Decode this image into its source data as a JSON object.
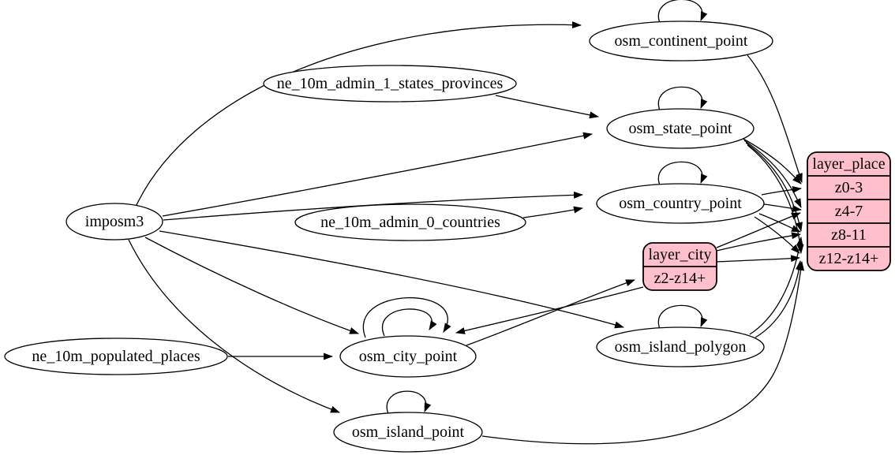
{
  "diagram": {
    "kind": "etl-graph",
    "colors": {
      "background": "#ffffff",
      "table_fill": "#ffffff",
      "layer_fill": "#ffc0cb",
      "stroke": "#000000"
    },
    "tables": [
      {
        "id": "imposm3",
        "label": "imposm3"
      },
      {
        "id": "ne_10m_admin_1_states_provinces",
        "label": "ne_10m_admin_1_states_provinces"
      },
      {
        "id": "ne_10m_admin_0_countries",
        "label": "ne_10m_admin_0_countries"
      },
      {
        "id": "ne_10m_populated_places",
        "label": "ne_10m_populated_places"
      },
      {
        "id": "osm_continent_point",
        "label": "osm_continent_point"
      },
      {
        "id": "osm_state_point",
        "label": "osm_state_point"
      },
      {
        "id": "osm_country_point",
        "label": "osm_country_point"
      },
      {
        "id": "osm_city_point",
        "label": "osm_city_point"
      },
      {
        "id": "osm_island_polygon",
        "label": "osm_island_polygon"
      },
      {
        "id": "osm_island_point",
        "label": "osm_island_point"
      }
    ],
    "layers": [
      {
        "id": "layer_place",
        "title": "layer_place",
        "rows": [
          "z0-3",
          "z4-7",
          "z8-11",
          "z12-z14+"
        ]
      },
      {
        "id": "layer_city",
        "title": "layer_city",
        "rows": [
          "z2-z14+"
        ]
      }
    ],
    "edges": [
      {
        "from": "imposm3",
        "to": "osm_continent_point"
      },
      {
        "from": "imposm3",
        "to": "osm_state_point"
      },
      {
        "from": "imposm3",
        "to": "osm_country_point"
      },
      {
        "from": "imposm3",
        "to": "osm_city_point"
      },
      {
        "from": "imposm3",
        "to": "osm_island_polygon"
      },
      {
        "from": "imposm3",
        "to": "osm_island_point"
      },
      {
        "from": "ne_10m_admin_1_states_provinces",
        "to": "osm_state_point"
      },
      {
        "from": "ne_10m_admin_0_countries",
        "to": "osm_country_point"
      },
      {
        "from": "ne_10m_populated_places",
        "to": "osm_city_point"
      },
      {
        "from": "osm_continent_point",
        "to": "osm_continent_point",
        "self": true
      },
      {
        "from": "osm_state_point",
        "to": "osm_state_point",
        "self": true
      },
      {
        "from": "osm_country_point",
        "to": "osm_country_point",
        "self": true
      },
      {
        "from": "osm_city_point",
        "to": "osm_city_point",
        "self": true
      },
      {
        "from": "osm_city_point",
        "to": "osm_city_point",
        "self": true
      },
      {
        "from": "osm_island_polygon",
        "to": "osm_island_polygon",
        "self": true
      },
      {
        "from": "osm_island_point",
        "to": "osm_island_point",
        "self": true
      },
      {
        "from": "osm_continent_point",
        "to": "layer_place",
        "row": "z0-3"
      },
      {
        "from": "osm_state_point",
        "to": "layer_place",
        "row": "z0-3"
      },
      {
        "from": "osm_state_point",
        "to": "layer_place",
        "row": "z4-7"
      },
      {
        "from": "osm_state_point",
        "to": "layer_place",
        "row": "z8-11"
      },
      {
        "from": "osm_state_point",
        "to": "layer_place",
        "row": "z12-z14+"
      },
      {
        "from": "osm_country_point",
        "to": "layer_place",
        "row": "z0-3"
      },
      {
        "from": "osm_country_point",
        "to": "layer_place",
        "row": "z4-7"
      },
      {
        "from": "osm_country_point",
        "to": "layer_place",
        "row": "z8-11"
      },
      {
        "from": "osm_country_point",
        "to": "layer_place",
        "row": "z12-z14+"
      },
      {
        "from": "osm_city_point",
        "to": "layer_city",
        "row": "z2-z14+"
      },
      {
        "from": "layer_city",
        "to": "osm_city_point"
      },
      {
        "from": "layer_city",
        "to": "layer_place",
        "row": "z4-7"
      },
      {
        "from": "layer_city",
        "to": "layer_place",
        "row": "z8-11"
      },
      {
        "from": "layer_city",
        "to": "layer_place",
        "row": "z12-z14+"
      },
      {
        "from": "osm_island_polygon",
        "to": "layer_place",
        "row": "z8-11"
      },
      {
        "from": "osm_island_polygon",
        "to": "layer_place",
        "row": "z12-z14+"
      },
      {
        "from": "osm_island_point",
        "to": "layer_place",
        "row": "z12-z14+"
      }
    ]
  }
}
